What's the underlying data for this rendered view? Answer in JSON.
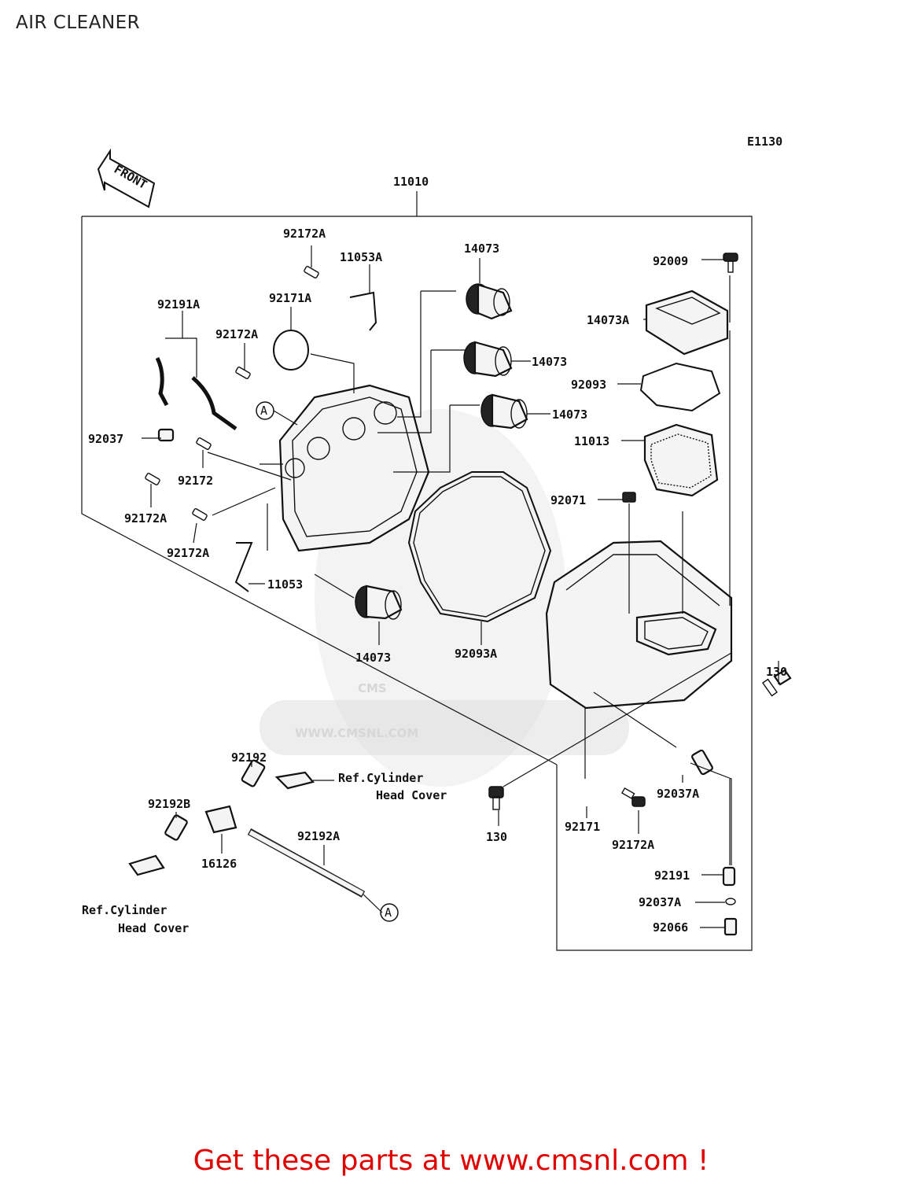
{
  "page": {
    "title": "AIR CLEANER",
    "footer": "Get these parts at www.cmsnl.com !"
  },
  "diagram": {
    "code": "E1130",
    "front_arrow": "FRONT",
    "watermark": {
      "logo": "CMS",
      "url": "WWW.CMSNL.COM"
    },
    "callout_letter": "A",
    "labels": {
      "p11010": "11010",
      "p92172A_top": "92172A",
      "p11053A": "11053A",
      "p14073_1": "14073",
      "p92009": "92009",
      "p92191A": "92191A",
      "p92171A": "92171A",
      "p14073A": "14073A",
      "p92172A_2": "92172A",
      "p14073_2": "14073",
      "p92093": "92093",
      "p14073_3": "14073",
      "p92037": "92037",
      "p11013": "11013",
      "p92172": "92172",
      "p92071": "92071",
      "p92172A_3": "92172A",
      "p92172A_4": "92172A",
      "p11053": "11053",
      "p92093A": "92093A",
      "p14073_4": "14073",
      "p130_right": "130",
      "p92192": "92192",
      "ref1_line1": "Ref.Cylinder",
      "ref1_line2": "Head Cover",
      "p92192B": "92192B",
      "p16126": "16126",
      "p92192A": "92192A",
      "p130_bottom": "130",
      "p92171": "92171",
      "p92037A_1": "92037A",
      "p92172A_5": "92172A",
      "p92191": "92191",
      "p92037A_2": "92037A",
      "p92066": "92066",
      "ref2_line1": "Ref.Cylinder",
      "ref2_line2": "Head Cover"
    }
  }
}
